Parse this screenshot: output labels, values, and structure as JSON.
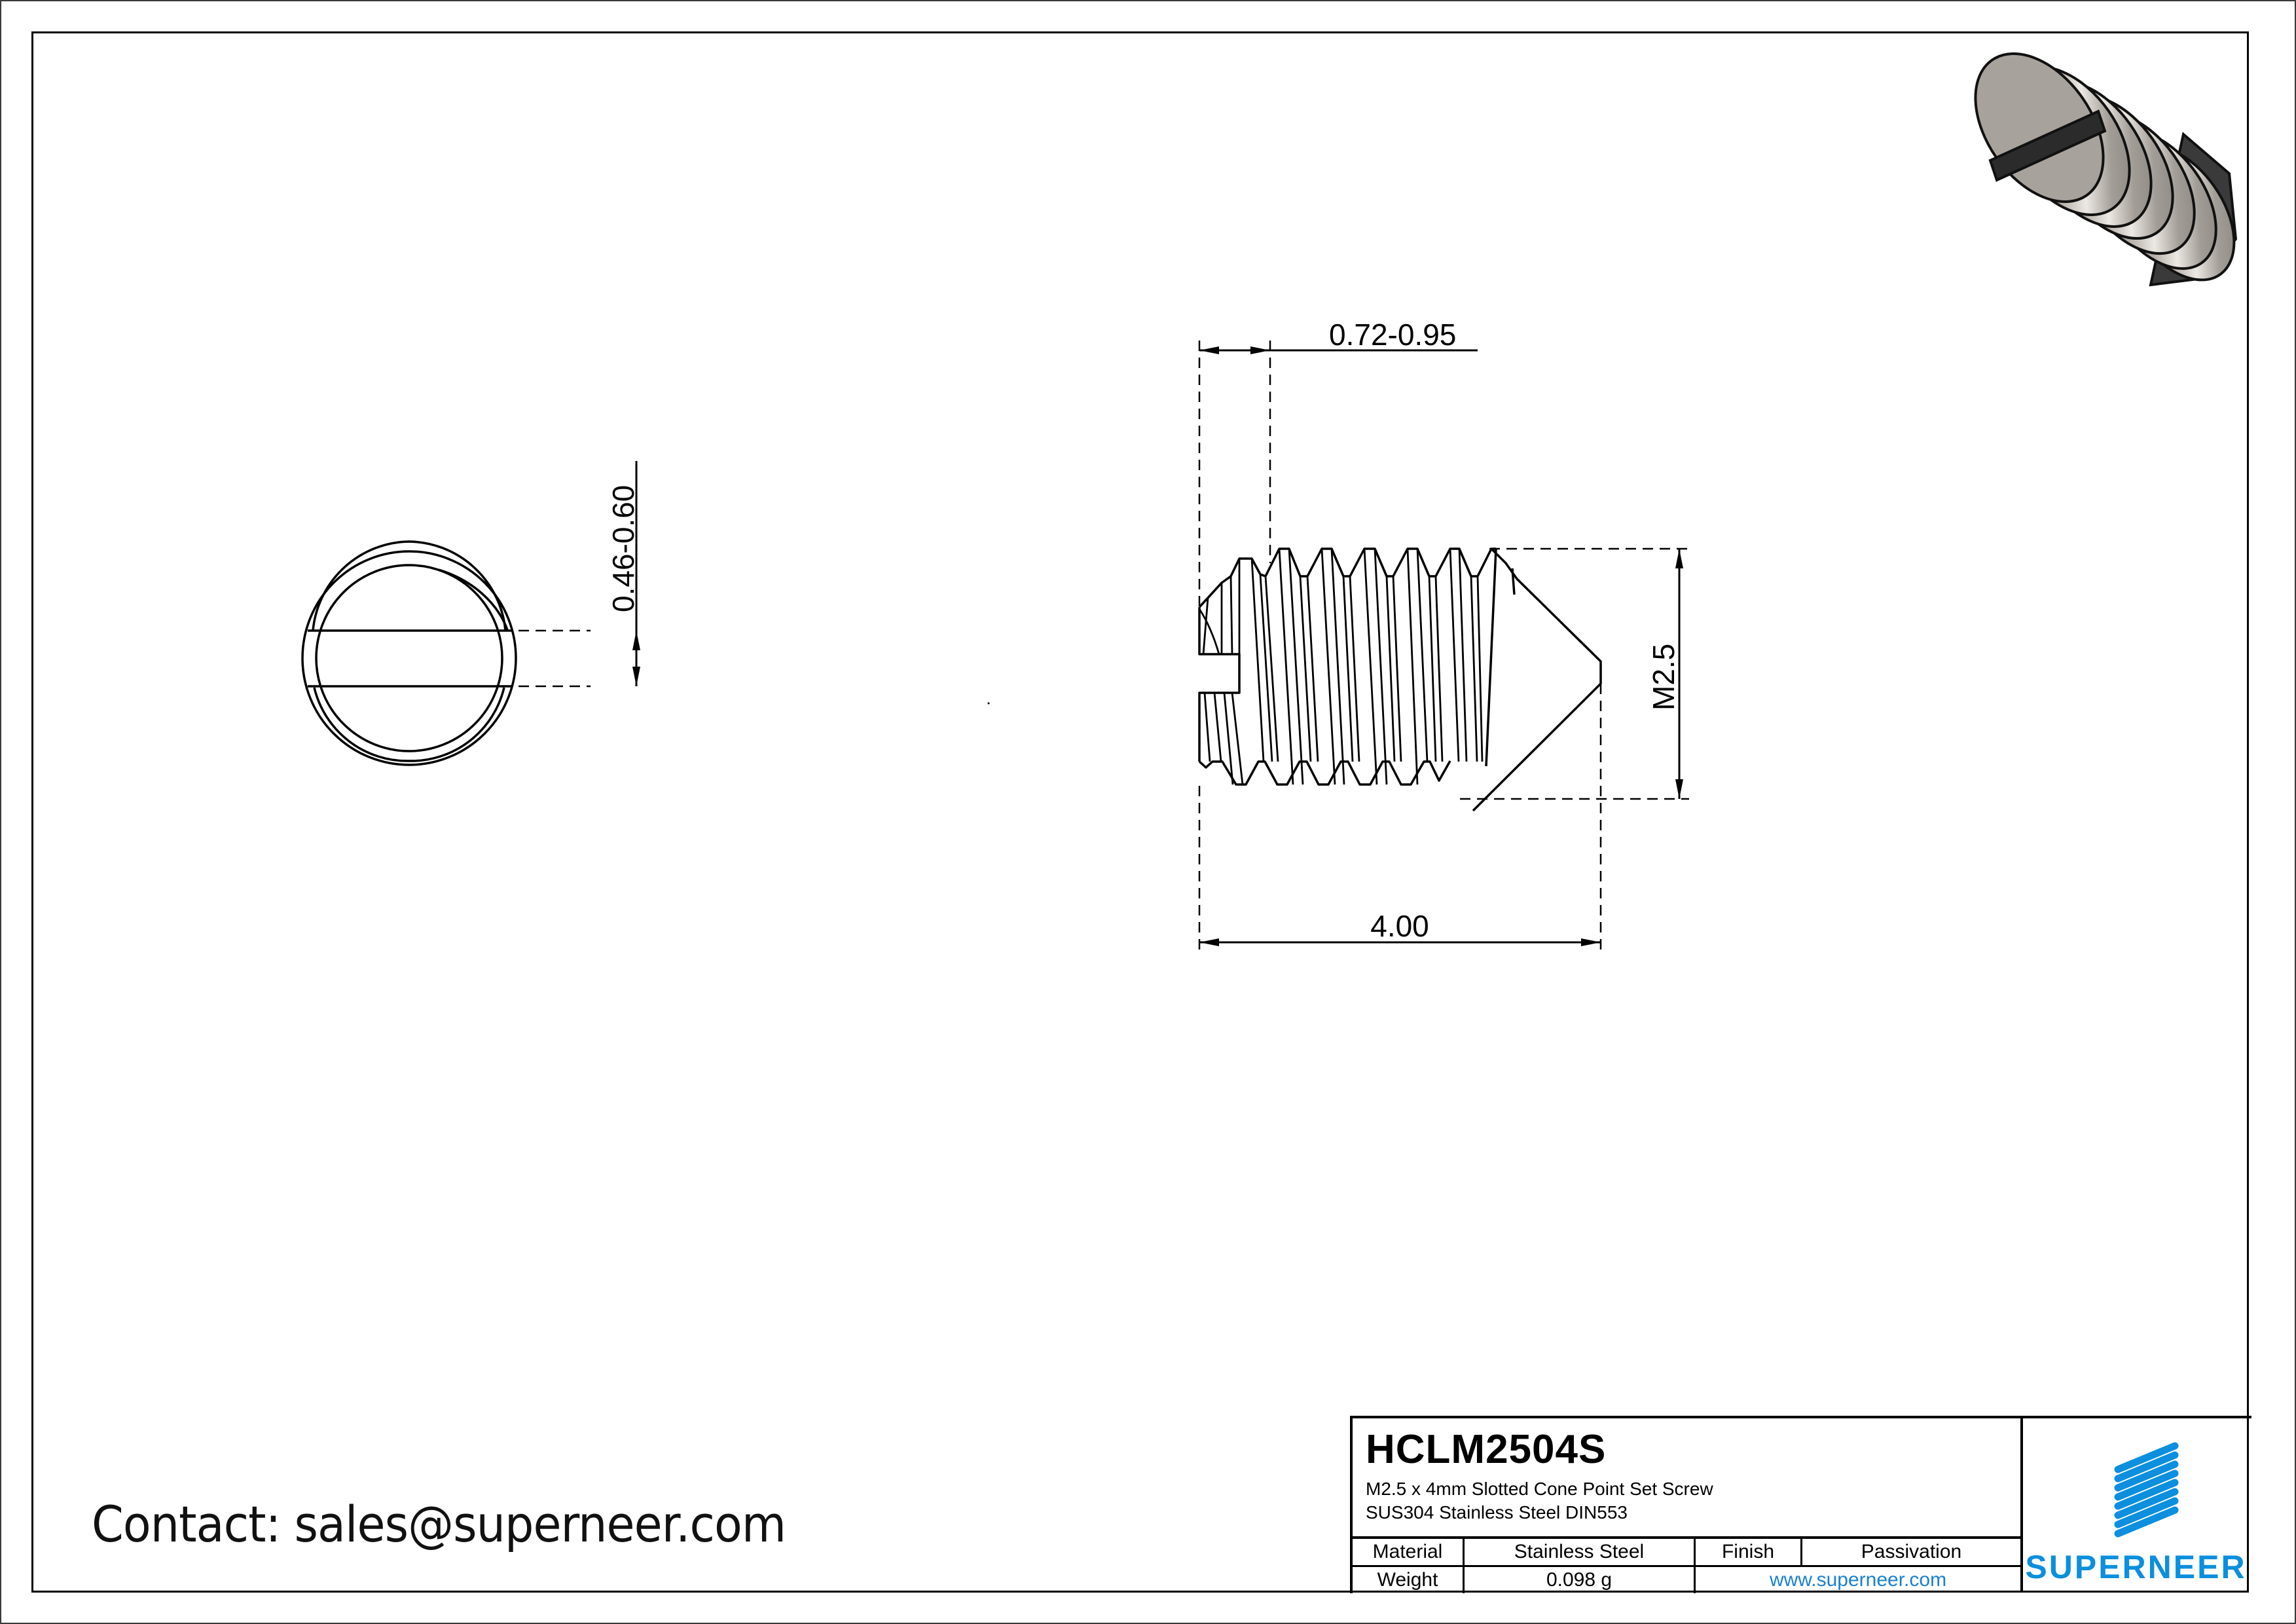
{
  "drawing": {
    "dimensions": {
      "slot_depth": "0.72-0.95",
      "slot_width": "0.46-0.60",
      "thread_diameter": "M2.5",
      "length": "4.00"
    },
    "views": [
      "end-view-slotted-head",
      "side-view-threaded-body",
      "isometric-3d-render"
    ]
  },
  "title_block": {
    "part_number": "HCLM2504S",
    "description_line1": "M2.5 x 4mm Slotted Cone Point Set Screw",
    "description_line2": "SUS304 Stainless Steel DIN553",
    "table": {
      "material_label": "Material",
      "material_value": "Stainless Steel",
      "finish_label": "Finish",
      "finish_value": "Passivation",
      "weight_label": "Weight",
      "weight_value": "0.098 g",
      "website": "www.superneer.com"
    },
    "logo": {
      "wordmark": "SUPERNEER",
      "color": "#0b8fde"
    }
  },
  "contact": {
    "text": "Contact: sales@superneer.com"
  }
}
